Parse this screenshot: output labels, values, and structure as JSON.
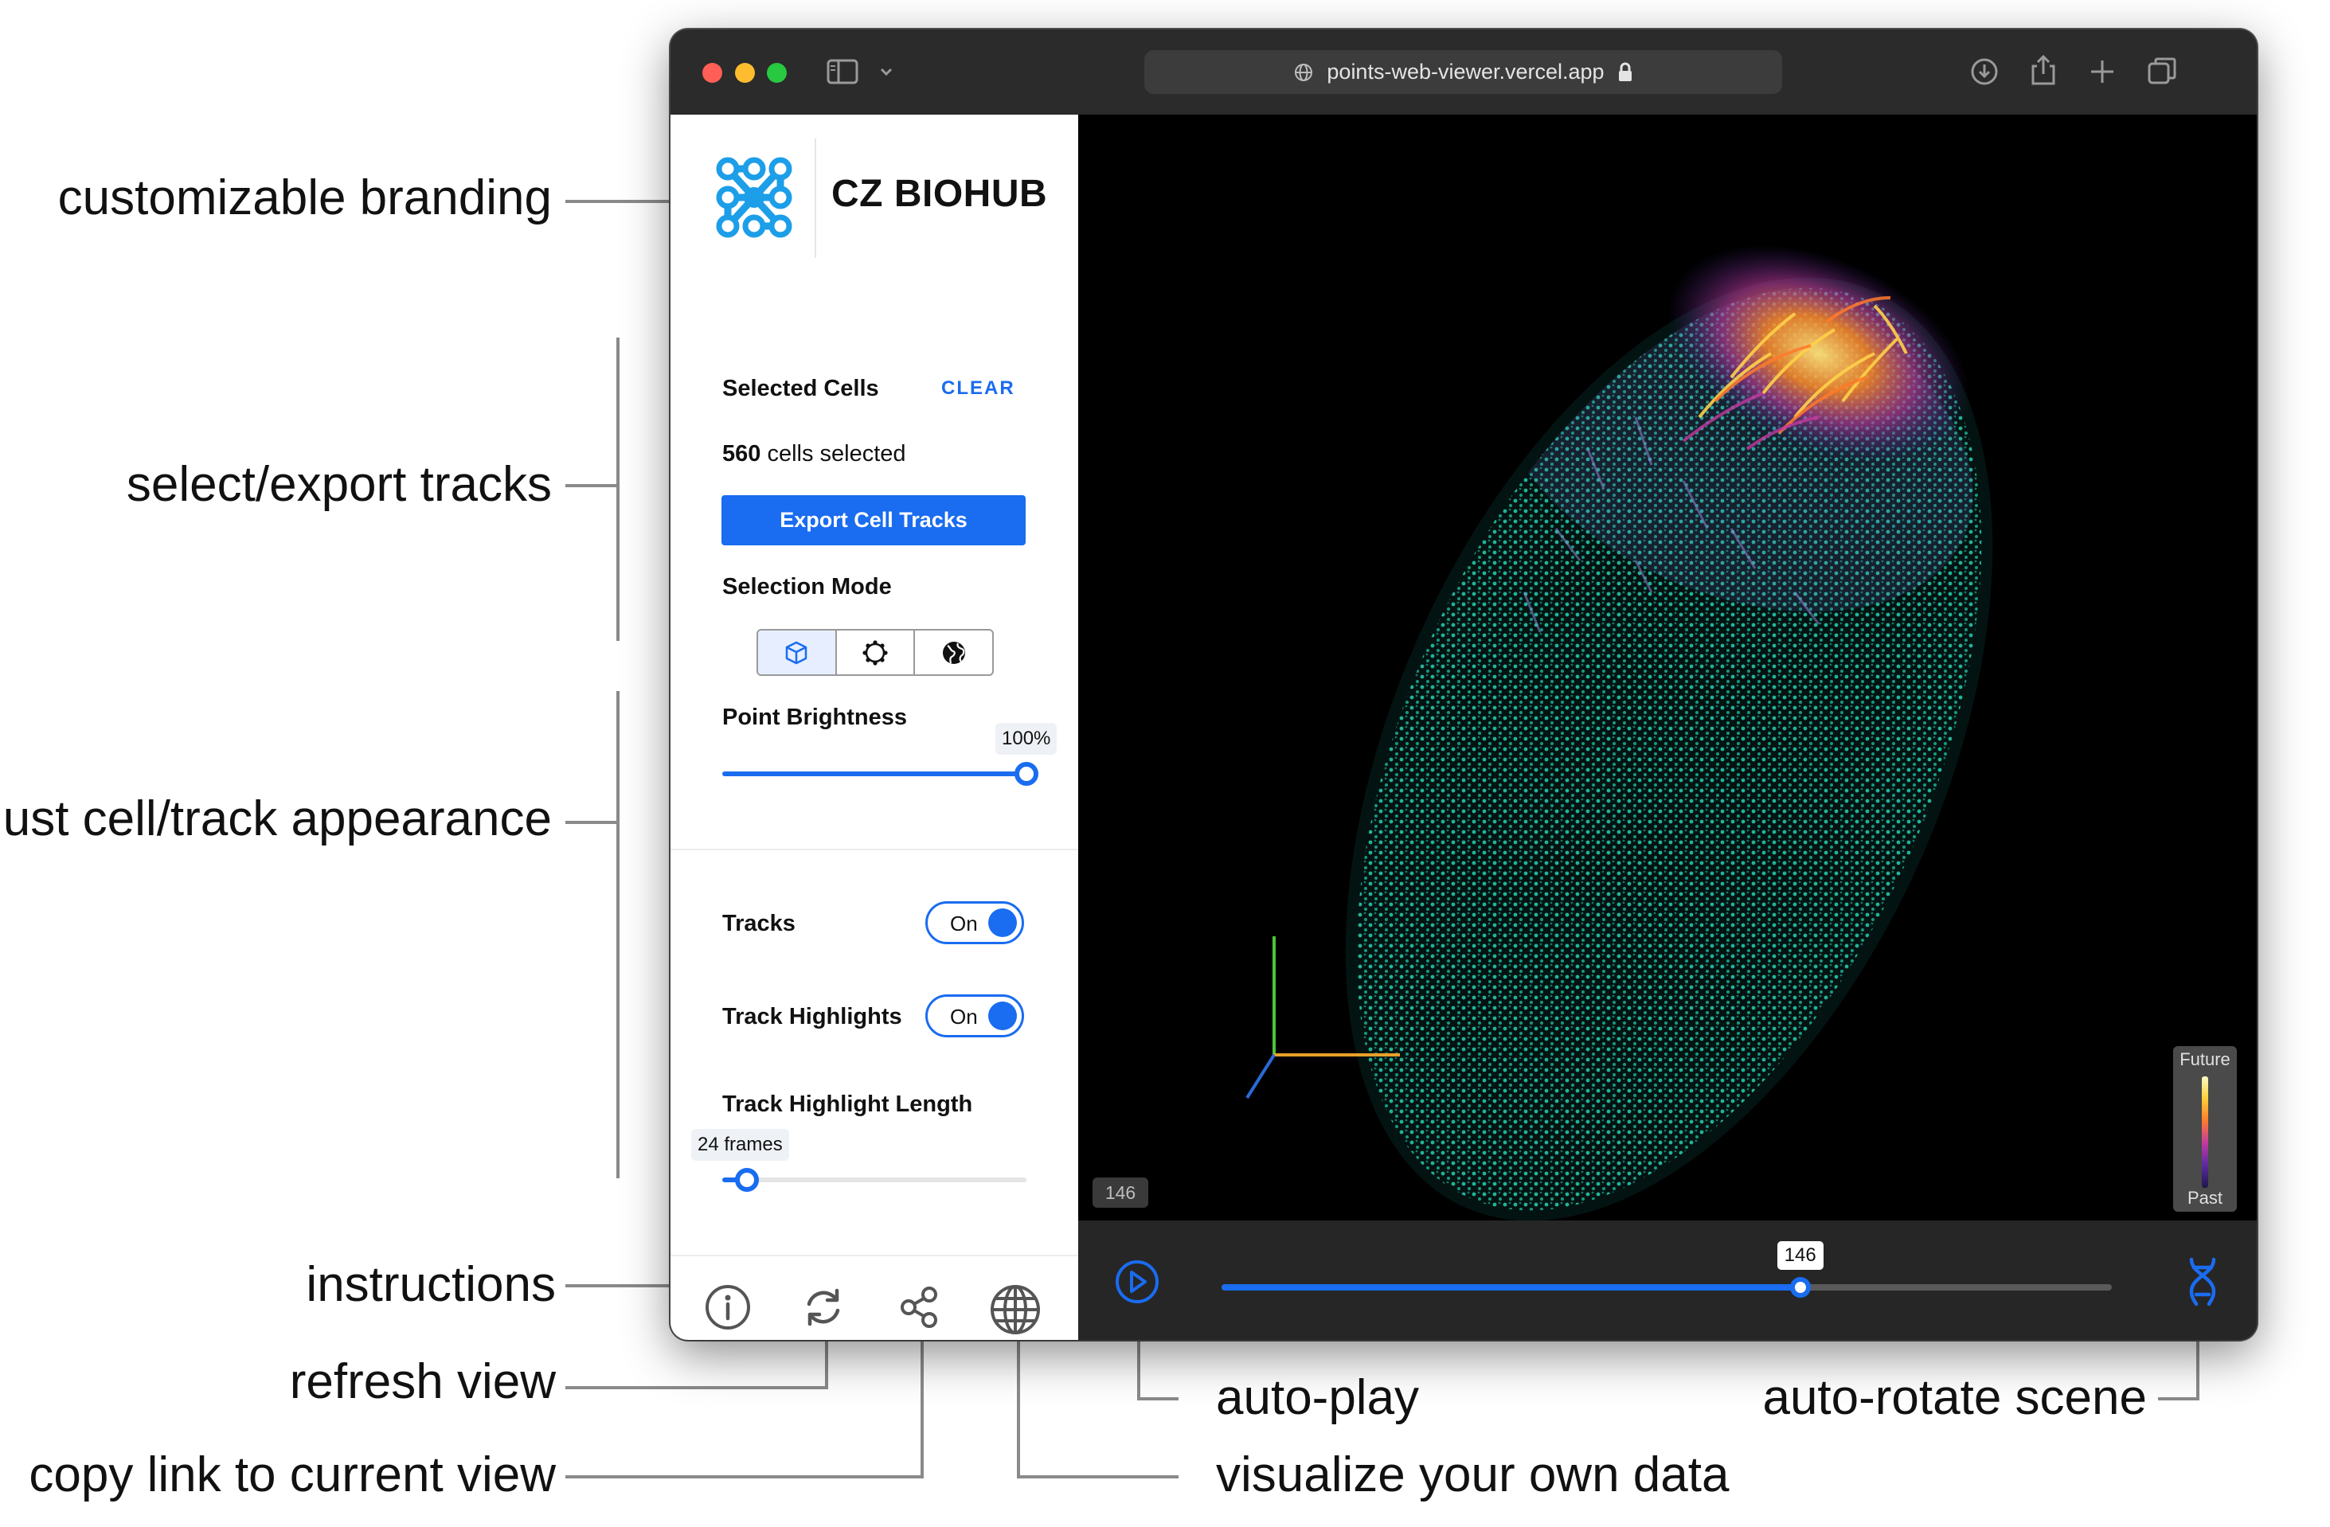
{
  "callouts": {
    "branding": "customizable branding",
    "select_export": "select/export tracks",
    "appearance": "ust cell/track appearance",
    "instructions": "instructions",
    "refresh": "refresh view",
    "copy_link": "copy link to current view",
    "auto_play": "auto-play",
    "own_data": "visualize your own data",
    "auto_rotate": "auto-rotate scene"
  },
  "browser": {
    "url": "points-web-viewer.vercel.app",
    "icons": [
      "sidebar-icon",
      "chevron-down-icon",
      "globe-icon",
      "lock-icon",
      "download-icon",
      "share-icon",
      "plus-icon",
      "tabs-icon"
    ]
  },
  "sidebar": {
    "brand_name": "CZ BIOHUB",
    "selected_cells_label": "Selected Cells",
    "clear_label": "CLEAR",
    "cells_selected_count": "560",
    "cells_selected_suffix": " cells selected",
    "export_button": "Export Cell Tracks",
    "selection_mode_label": "Selection Mode",
    "selection_modes": [
      "cube-icon",
      "sphere-outline-icon",
      "globe-filled-icon"
    ],
    "selection_mode_active": 0,
    "point_brightness_label": "Point Brightness",
    "point_brightness_value": "100%",
    "point_brightness_fraction": 1.0,
    "tracks_label": "Tracks",
    "tracks_toggle": "On",
    "track_highlights_label": "Track Highlights",
    "track_highlights_toggle": "On",
    "track_highlight_length_label": "Track Highlight Length",
    "track_highlight_length_value": "24 frames",
    "track_highlight_length_fraction": 0.08,
    "footer_icons": [
      "info-icon",
      "refresh-icon",
      "share-nodes-icon",
      "globe-icon"
    ]
  },
  "viewer": {
    "frame_badge": "146",
    "legend_top": "Future",
    "legend_bottom": "Past",
    "time_value": "146",
    "time_fraction": 0.65
  },
  "colors": {
    "accent": "#1a6cf0",
    "points": "#1aa88e",
    "highlight_hot": "#ffcf3a",
    "highlight_cool": "#8a56d8"
  }
}
